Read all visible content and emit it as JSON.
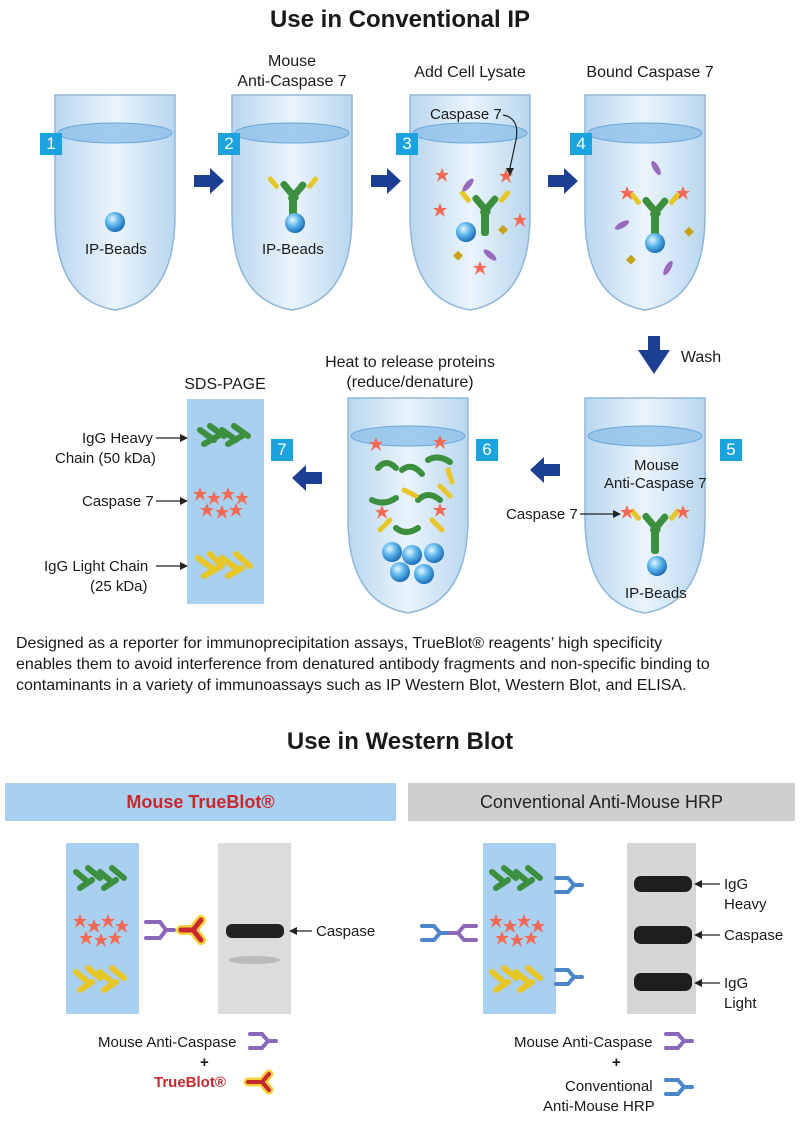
{
  "title_ip": "Use in Conventional IP",
  "title_wb": "Use in Western Blot",
  "steps": [
    "1",
    "2",
    "3",
    "4",
    "5",
    "6",
    "7"
  ],
  "step_labels": {
    "s2_line1": "Mouse",
    "s2_line2": "Anti-Caspase 7",
    "s3": "Add Cell Lysate",
    "s4": "Bound Caspase 7",
    "s6_line1": "Heat to release proteins",
    "s6_line2": "(reduce/denature)",
    "s7": "SDS-PAGE",
    "wash": "Wash"
  },
  "tube_labels": {
    "ip_beads": "IP-Beads",
    "caspase7": "Caspase 7",
    "mouse": "Mouse",
    "anti_caspase7": "Anti-Caspase 7"
  },
  "gel_labels": {
    "igg_heavy_1": "IgG Heavy",
    "igg_heavy_2": "Chain (50 kDa)",
    "caspase7": "Caspase 7",
    "igg_light_1": "IgG Light Chain",
    "igg_light_2": "(25 kDa)"
  },
  "paragraph": [
    "Designed as a reporter for immunoprecipitation assays, TrueBlot® reagents’ high specificity",
    "enables them to avoid interference from denatured antibody fragments and non-specific binding to",
    "contaminants in a variety of immunoassays such as IP Western Blot, Western Blot, and ELISA."
  ],
  "left_panel": {
    "header": "Mouse TrueBlot®",
    "band_label": "Caspase",
    "legend_line1": "Mouse Anti-Caspase",
    "plus": "+",
    "legend_line2": "TrueBlot®"
  },
  "right_panel": {
    "header": "Conventional Anti-Mouse HRP",
    "band1_line1": "IgG",
    "band1_line2": "Heavy",
    "band2": "Caspase",
    "band3_line1": "IgG",
    "band3_line2": "Light",
    "legend_line1": "Mouse Anti-Caspase",
    "plus": "+",
    "legend_line2": "Conventional",
    "legend_line3": "Anti-Mouse HRP"
  },
  "colors": {
    "accent": "#1aa3de",
    "arrow": "#1d3f93",
    "heavy_chain": "#3b8f3e",
    "light_chain": "#e7c62a",
    "caspase": "#f26a55",
    "trueblot": "#c8282d",
    "anti_mouse": "#4a86c8",
    "primary_ab": "#8a67b8"
  }
}
